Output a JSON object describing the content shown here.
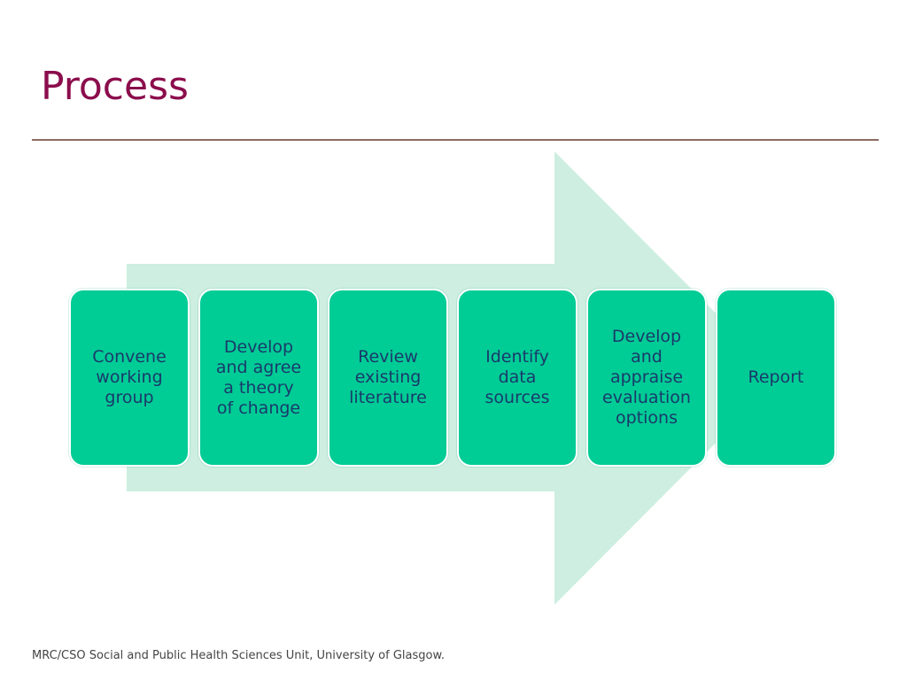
{
  "slide": {
    "title": "Process",
    "footer": "MRC/CSO Social and Public Health Sciences Unit, University of Glasgow."
  },
  "colors": {
    "title": "#8b0d4c",
    "rule": "#8c6b63",
    "arrow": "#cdeee0",
    "step_fill": "#00cc96",
    "step_text": "#1a3a6b"
  },
  "steps": [
    {
      "label": "Convene\nworking\ngroup"
    },
    {
      "label": "Develop\nand agree\na theory\nof change"
    },
    {
      "label": "Review\nexisting\nliterature"
    },
    {
      "label": "Identify\ndata\nsources"
    },
    {
      "label": "Develop\nand\nappraise\nevaluation\noptions"
    },
    {
      "label": "Report"
    }
  ]
}
